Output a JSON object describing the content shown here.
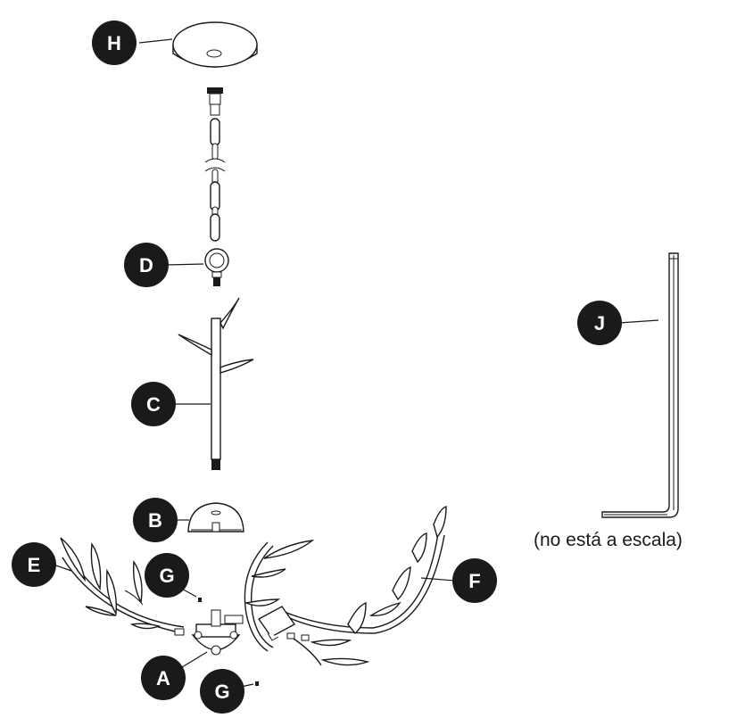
{
  "labels": {
    "H": "H",
    "D": "D",
    "C": "C",
    "B": "B",
    "E": "E",
    "G1": "G",
    "A": "A",
    "F": "F",
    "G2": "G",
    "J": "J"
  },
  "scale_note": "(no está a escala)"
}
